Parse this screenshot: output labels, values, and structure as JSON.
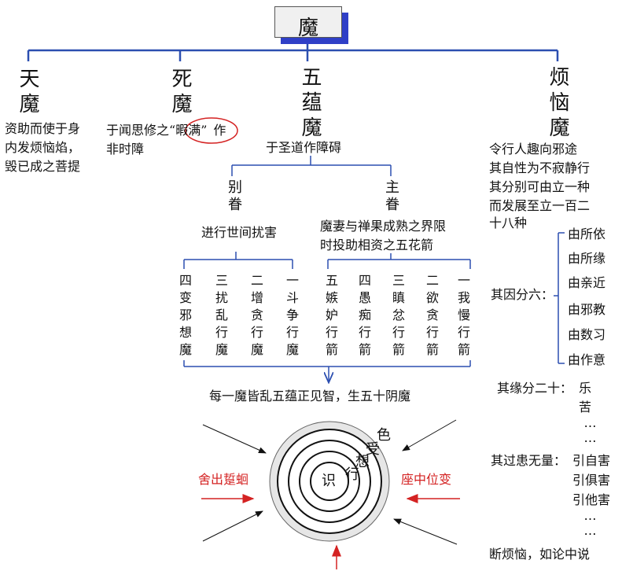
{
  "title": "魔",
  "branches": {
    "tian": {
      "name": "天魔",
      "desc": [
        "资助而使于身",
        "内发烦恼焰，",
        "毁已成之菩提"
      ]
    },
    "si": {
      "name": "死魔",
      "desc_before": "于闻思修之",
      "desc_circled": "“暇满”",
      "desc_after": "作",
      "desc_line2": "非时障"
    },
    "wuyun": {
      "name": "五蕴魔",
      "desc": "于圣道作障碍"
    },
    "fannao": {
      "name": "烦恼魔",
      "desc": [
        "令行人趣向邪途",
        "其自性为不寂静行",
        "其分别可由立一种",
        "而发展至立一百二",
        "十八种"
      ]
    }
  },
  "bie_juan": {
    "name": "别眷",
    "desc": "进行世间扰害"
  },
  "zhu_juan": {
    "name": "主眷",
    "desc": [
      "魔妻与禅果成熟之界限",
      "时投助相资之五花箭"
    ]
  },
  "bie_items": [
    "四变邪想魔",
    "三扰乱行魔",
    "二增贪行魔",
    "一斗争行魔"
  ],
  "zhu_items": [
    "五嫉妒行箭",
    "四愚痴行箭",
    "三瞋忿行箭",
    "二欲贪行箭",
    "一我慢行箭"
  ],
  "summary": "每一魔皆乱五蕴正见智，生五十阴魔",
  "rings": [
    "色",
    "受",
    "想",
    "行",
    "识"
  ],
  "left_label": "舍出踅蛔",
  "right_label": "座中位变",
  "yin_label": "其因分六：",
  "yin_items": [
    "由所依",
    "由所缘",
    "由亲近",
    "由邪教",
    "由数习",
    "由作意"
  ],
  "yuan_label": "其缘分二十：",
  "yuan_items": [
    "乐",
    "苦",
    "⋯⋯"
  ],
  "guo_label": "其过患无量：",
  "guo_items": [
    "引自害",
    "引俱害",
    "引他害",
    "⋯⋯"
  ],
  "footer": "断烦恼，如论中说",
  "colors": {
    "line": "#2c4fb0",
    "accent": "#d42222",
    "shadow": "#2f3fc7"
  }
}
